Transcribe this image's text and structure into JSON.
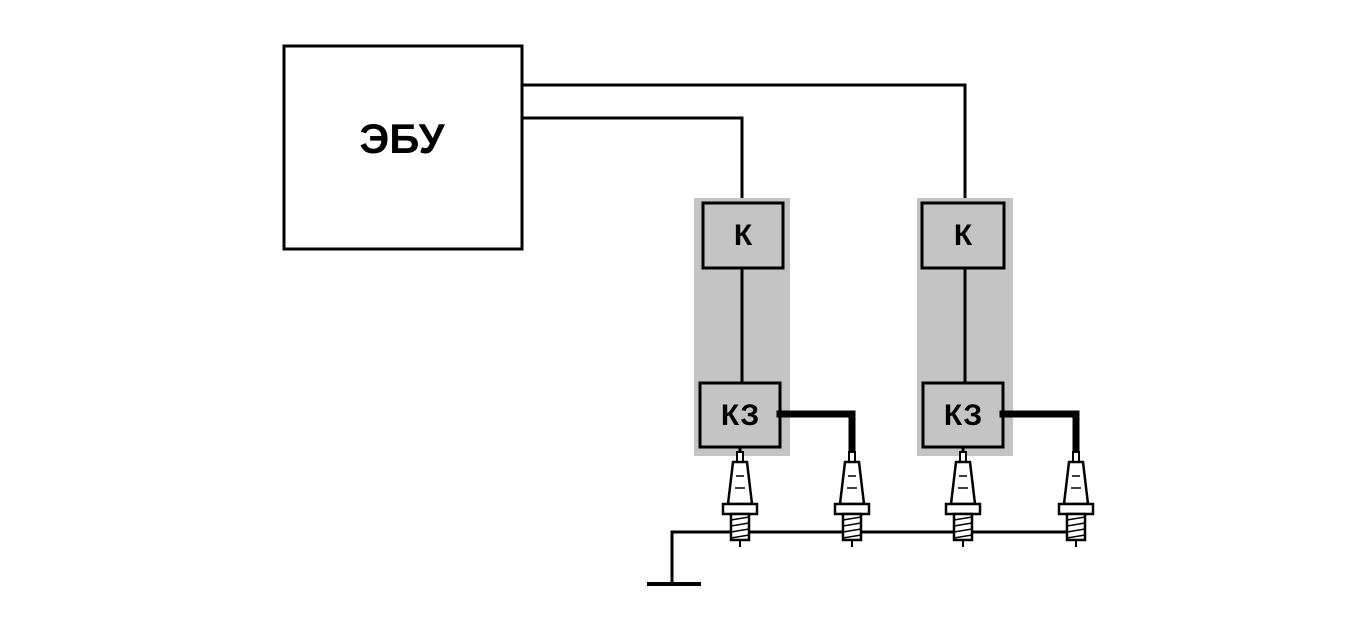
{
  "diagram": {
    "ecu_label": "ЭБУ",
    "modules": [
      {
        "switch_label": "К",
        "coil_label": "КЗ"
      },
      {
        "switch_label": "К",
        "coil_label": "КЗ"
      }
    ],
    "colors": {
      "module_fill": "#c4c4c4",
      "stroke": "#000000",
      "background": "#ffffff"
    },
    "icons": {
      "spark_plug": "spark-plug-icon",
      "ground": "ground-icon"
    }
  }
}
